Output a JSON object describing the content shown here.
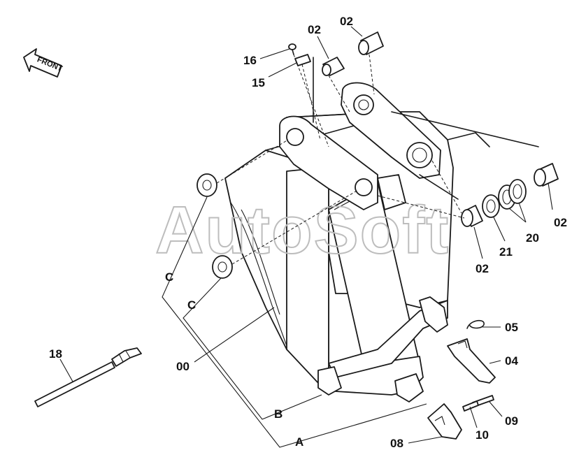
{
  "watermark": "AutoSoft",
  "front_label": "FRONT",
  "part_labels": {
    "p00": "00",
    "p02_top_left": "02",
    "p02_top_right": "02",
    "p02_right": "02",
    "p02_bottom": "02",
    "p04": "04",
    "p05": "05",
    "p08": "08",
    "p09": "09",
    "p10": "10",
    "p15": "15",
    "p16": "16",
    "p18": "18",
    "p20": "20",
    "p21": "21"
  },
  "section_labels": {
    "a": "A",
    "b": "B",
    "c_upper": "C",
    "c_lower": "C"
  }
}
